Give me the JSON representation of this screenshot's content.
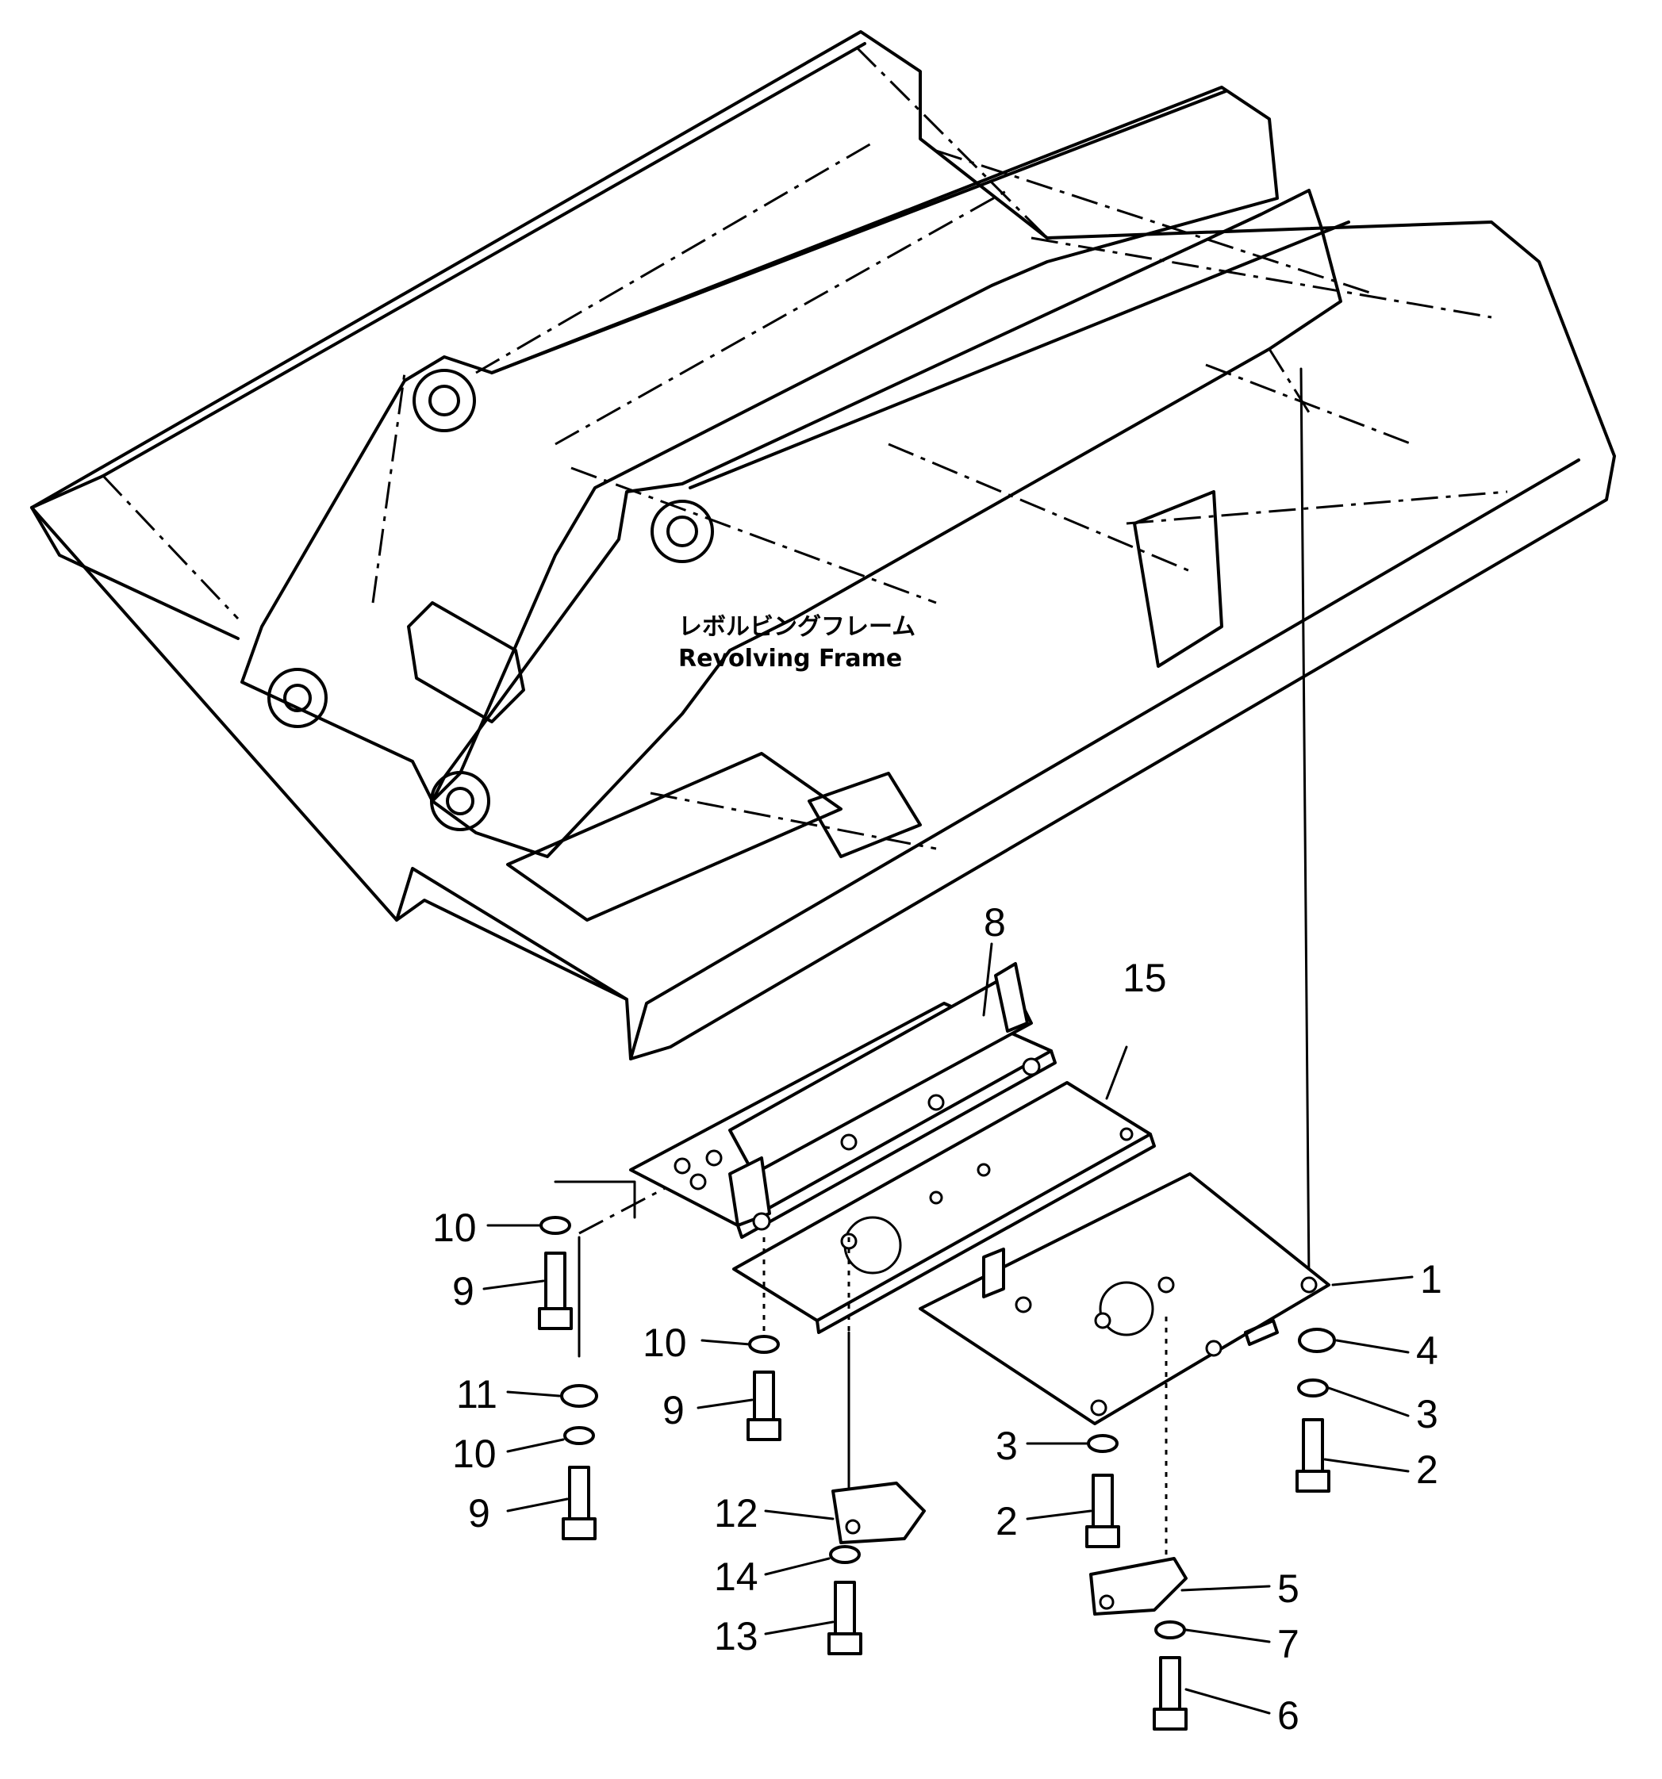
{
  "frame_label": {
    "japanese": "レボルビングフレーム",
    "english": "Revolving  Frame"
  },
  "callouts": [
    {
      "id": "c8",
      "text": "8"
    },
    {
      "id": "c15",
      "text": "15"
    },
    {
      "id": "c1",
      "text": "1"
    },
    {
      "id": "c4",
      "text": "4"
    },
    {
      "id": "c3r",
      "text": "3"
    },
    {
      "id": "c2r",
      "text": "2"
    },
    {
      "id": "c10a",
      "text": "10"
    },
    {
      "id": "c9a",
      "text": "9"
    },
    {
      "id": "c10b",
      "text": "10"
    },
    {
      "id": "c9b",
      "text": "9"
    },
    {
      "id": "c11",
      "text": "11"
    },
    {
      "id": "c10c",
      "text": "10"
    },
    {
      "id": "c9c",
      "text": "9"
    },
    {
      "id": "c12",
      "text": "12"
    },
    {
      "id": "c14",
      "text": "14"
    },
    {
      "id": "c13",
      "text": "13"
    },
    {
      "id": "c3m",
      "text": "3"
    },
    {
      "id": "c2m",
      "text": "2"
    },
    {
      "id": "c5",
      "text": "5"
    },
    {
      "id": "c7",
      "text": "7"
    },
    {
      "id": "c6",
      "text": "6"
    }
  ]
}
